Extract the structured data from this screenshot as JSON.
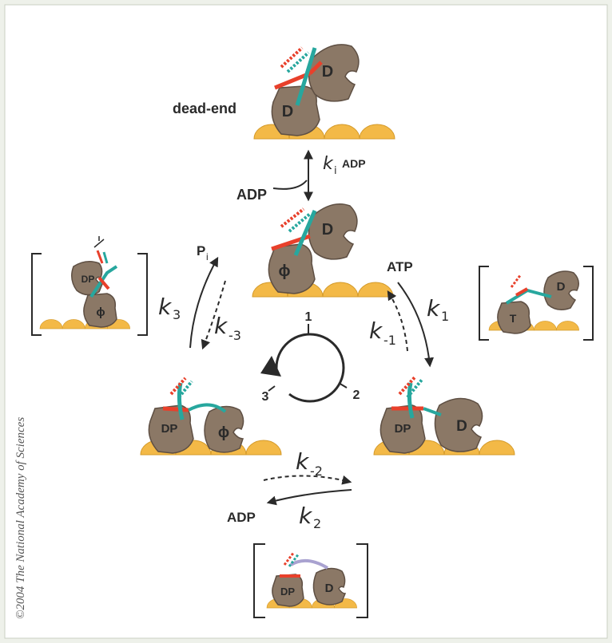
{
  "diagram": {
    "labels": {
      "dead_end": "dead-end",
      "adp_top": "ADP",
      "adp_bottom": "ADP",
      "atp": "ATP",
      "pi_main": "P",
      "pi_sub": "i",
      "cycle_1": "1",
      "cycle_2": "2",
      "cycle_3": "3"
    },
    "rates": {
      "ki_main": "k",
      "ki_sub": "i",
      "ki_ligand": "ADP",
      "k1_main": "k",
      "k1_sub": "1",
      "km1_main": "k",
      "km1_sub": "-1",
      "k2_main": "k",
      "k2_sub": "2",
      "km2_main": "k",
      "km2_sub": "-2",
      "k3_main": "k",
      "k3_sub": "3",
      "km3_main": "k",
      "km3_sub": "-3"
    },
    "heads": {
      "dead_end_upper": "D",
      "dead_end_lower": "D",
      "state1_upper": "D",
      "state1_lower": "ϕ",
      "inter1_lower": "T",
      "inter1_upper": "D",
      "state2_lead": "D",
      "state2_rear": "DP",
      "inter2_left": "DP",
      "inter2_right": "D",
      "state3_left": "DP",
      "state3_right": "ϕ",
      "inter3_upper": "DP",
      "inter3_lower": "ϕ"
    },
    "credit": "©2004 The National Academy of Sciences"
  },
  "colors": {
    "background": "#eef1ea",
    "panel": "#ffffff",
    "head": "#8b7866",
    "microtubule": "#f3b947",
    "neck_linker": "#e8402b",
    "coiled_coil": "#27a79e",
    "arrow": "#2a2a2a"
  }
}
